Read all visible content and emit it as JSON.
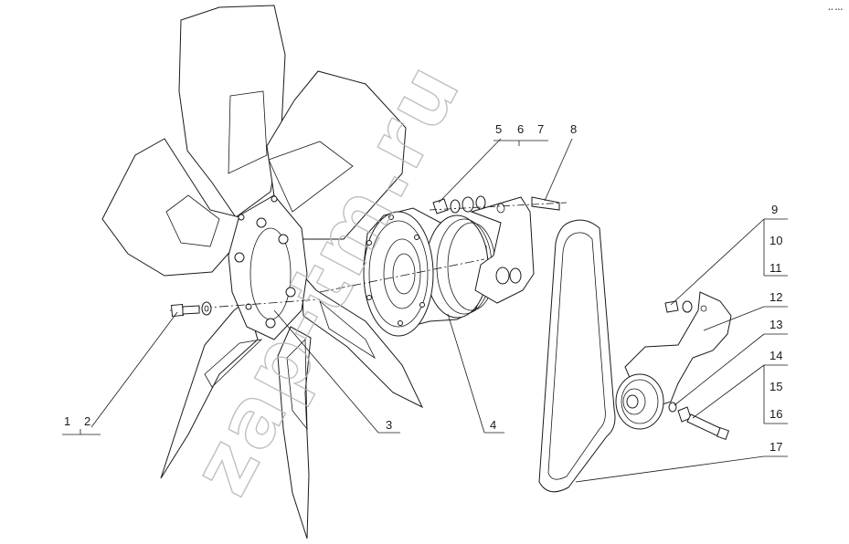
{
  "diagram": {
    "watermark": "zap-tm.ru",
    "corner_mark": "•• •••",
    "callouts": {
      "n1": "1",
      "n2": "2",
      "n3": "3",
      "n4": "4",
      "n5": "5",
      "n6": "6",
      "n7": "7",
      "n8": "8",
      "n9": "9",
      "n10": "10",
      "n11": "11",
      "n12": "12",
      "n13": "13",
      "n14": "14",
      "n15": "15",
      "n16": "16",
      "n17": "17"
    }
  }
}
